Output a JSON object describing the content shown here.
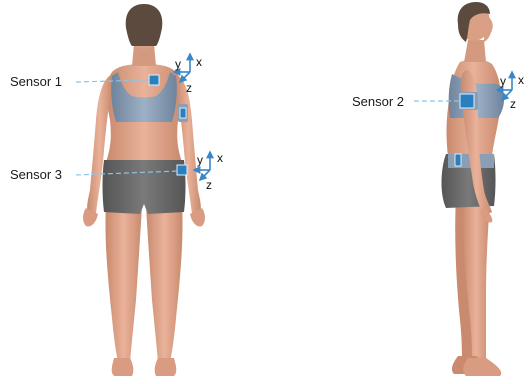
{
  "sensors": [
    {
      "id": "sensor-1",
      "label": "Sensor 1",
      "axes": {
        "x": "x",
        "y": "y",
        "z": "z"
      }
    },
    {
      "id": "sensor-2",
      "label": "Sensor 2",
      "axes": {
        "x": "x",
        "y": "y",
        "z": "z"
      }
    },
    {
      "id": "sensor-3",
      "label": "Sensor 3",
      "axes": {
        "x": "x",
        "y": "y",
        "z": "z"
      }
    }
  ],
  "colors": {
    "skin": "#e2a78c",
    "skin_shadow": "#c98a6f",
    "hair": "#5b4a3d",
    "top": "#8a9eb6",
    "shorts": "#6b6b6b",
    "sensor": "#2a7fbf",
    "axis": "#3a86c8",
    "leader": "#8fc3e3"
  }
}
